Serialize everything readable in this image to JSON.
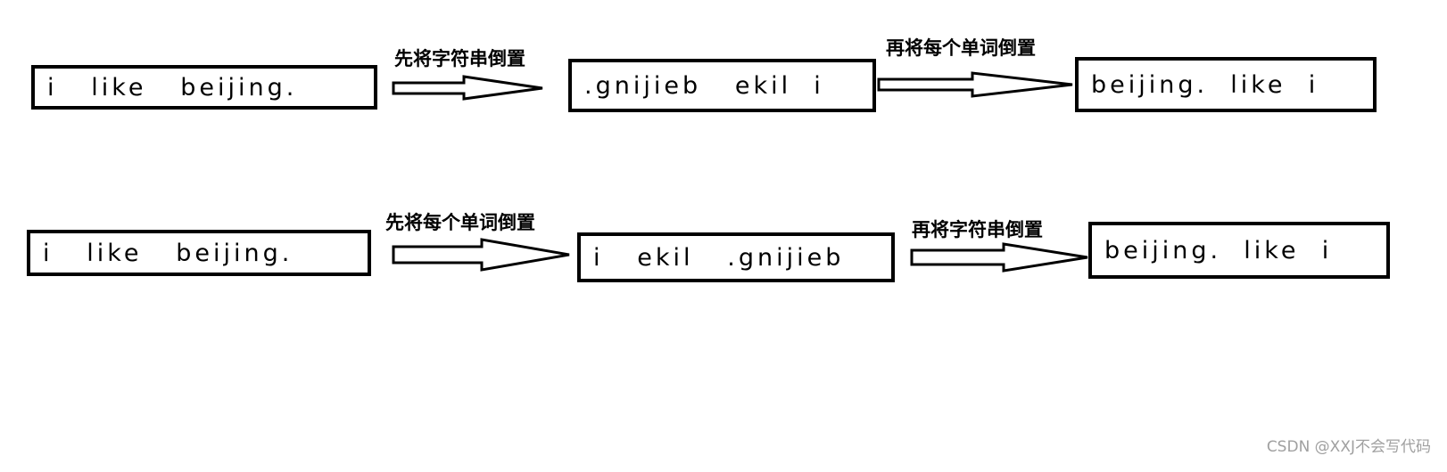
{
  "rows": [
    {
      "boxes": [
        "i   like   beijing.",
        ".gnijieb   ekil  i",
        "beijing.  like  i"
      ],
      "steps": [
        "先将字符串倒置",
        "再将每个单词倒置"
      ]
    },
    {
      "boxes": [
        "i   like   beijing.",
        "i   ekil   .gnijieb",
        "beijing.  like  i"
      ],
      "steps": [
        "先将每个单词倒置",
        "再将字符串倒置"
      ]
    }
  ],
  "watermark": "CSDN @XXJ不会写代码"
}
